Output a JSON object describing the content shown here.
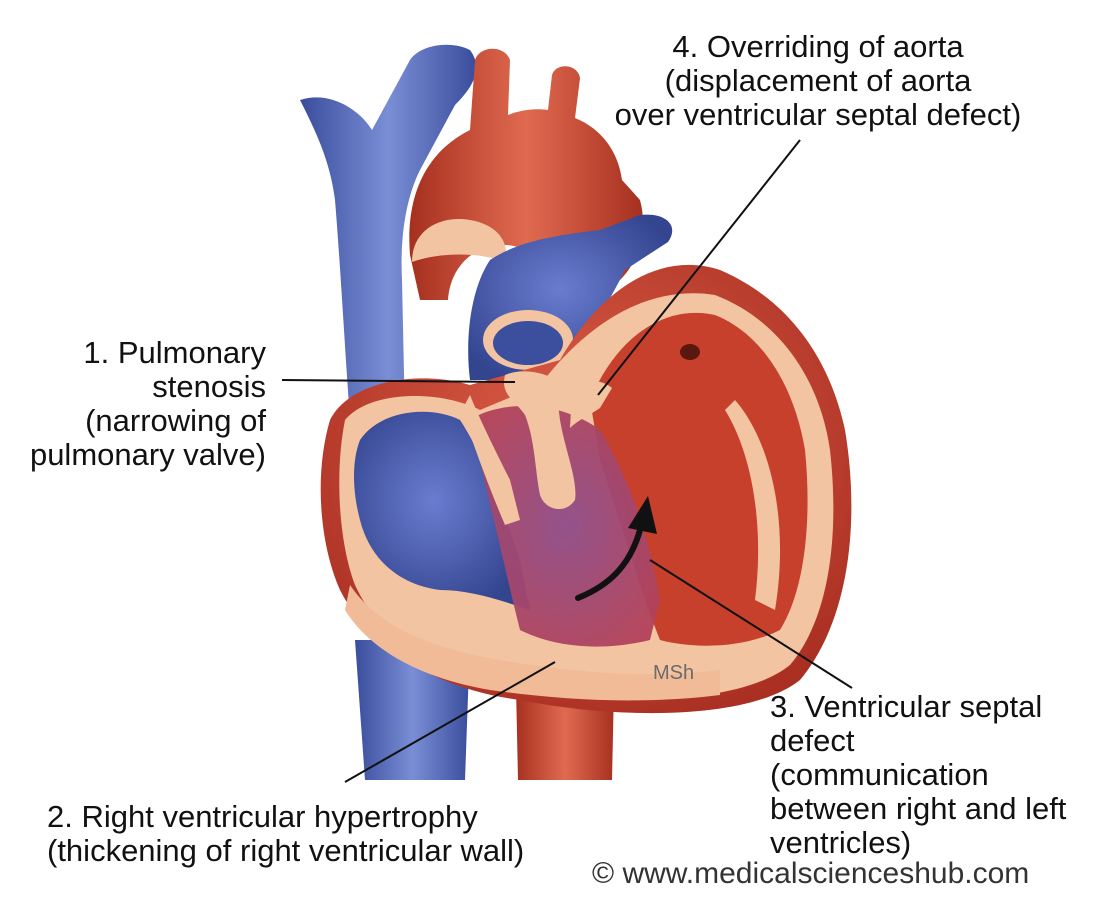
{
  "labels": {
    "pulmonary_stenosis": [
      "1. Pulmonary",
      "stenosis",
      "(narrowing of",
      "pulmonary valve)"
    ],
    "rv_hypertrophy": [
      "2. Right ventricular hypertrophy",
      "(thickening of right ventricular wall)"
    ],
    "vsd": [
      "3. Ventricular septal",
      "defect",
      "(communication",
      "between right and left",
      "ventricles)"
    ],
    "overriding_aorta": [
      "4. Overriding of aorta",
      "(displacement of aorta",
      "over ventricular septal defect)"
    ]
  },
  "watermark": "MSh",
  "copyright": "© www.medicalscienceshub.com",
  "colors": {
    "oxygenated": "#c8432f",
    "deoxygenated": "#4a5fb0",
    "myocardium_cut": "#f3c4a2",
    "leader_line": "#111111"
  }
}
